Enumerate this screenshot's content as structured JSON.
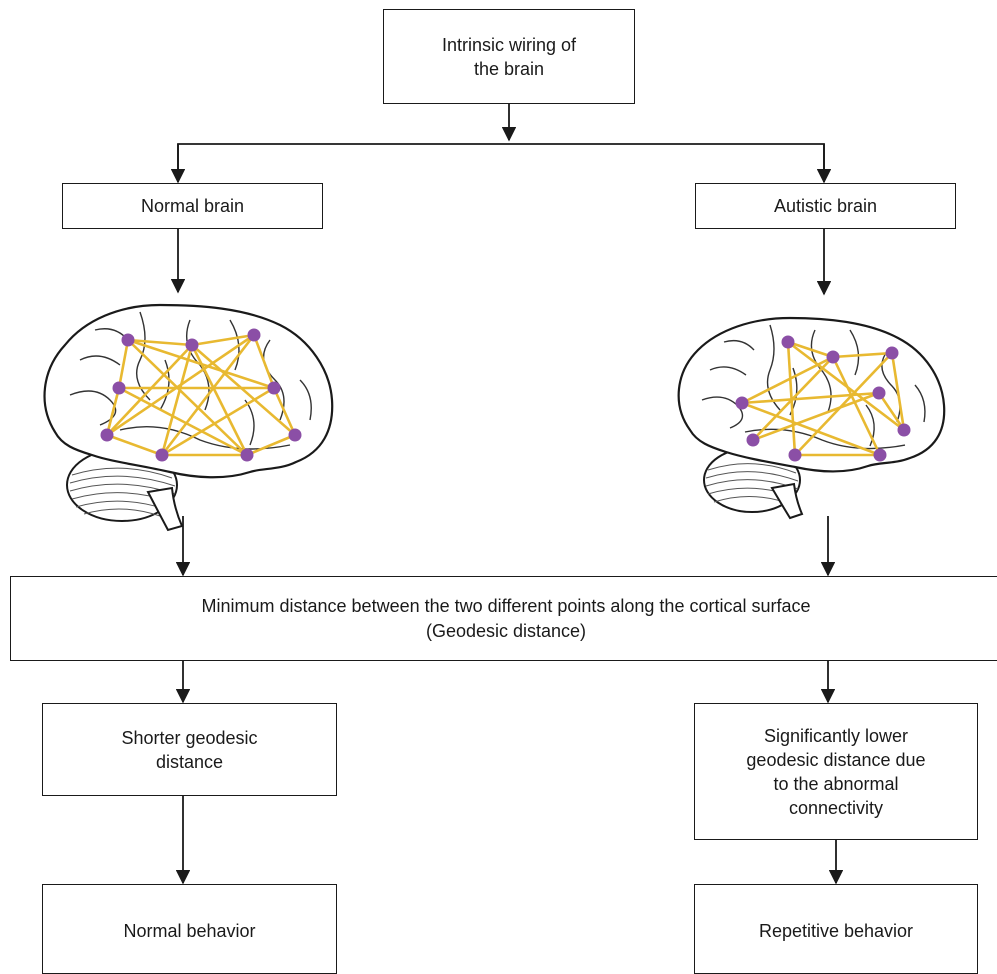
{
  "diagram": {
    "root": {
      "text": "Intrinsic wiring of\nthe brain"
    },
    "left_branch": {
      "text": "Normal brain"
    },
    "right_branch": {
      "text": "Autistic brain"
    },
    "shared": {
      "text": "Minimum distance between the two different points along the cortical surface\n(Geodesic distance)"
    },
    "left_result": {
      "text": "Shorter geodesic\ndistance"
    },
    "right_result": {
      "text": "Significantly lower\ngeodesic distance due\nto the abnormal\nconnectivity"
    },
    "left_behavior": {
      "text": "Normal behavior"
    },
    "right_behavior": {
      "text": "Repetitive behavior"
    }
  },
  "colors": {
    "connection": "#e8b931",
    "node": "#8b4fa6",
    "line": "#1a1a1a"
  }
}
